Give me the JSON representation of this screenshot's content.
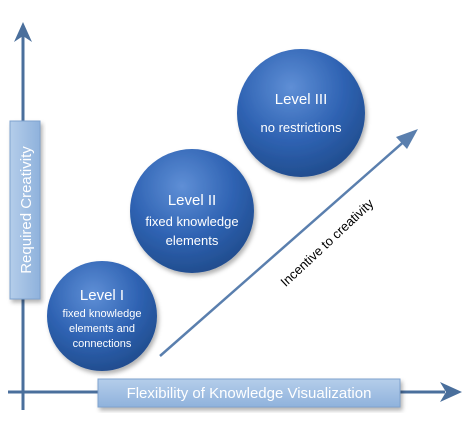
{
  "axes": {
    "x_label": "Flexibility of Knowledge Visualization",
    "y_label": "Required Creativity",
    "axis_color": "#4a6f9c",
    "label_box_color": "#9bbbe0"
  },
  "arrow": {
    "label": "Incentive to creativity",
    "color": "#5a7fae"
  },
  "levels": [
    {
      "title": "Level I",
      "lines": [
        "fixed knowledge",
        "elements and",
        "connections"
      ]
    },
    {
      "title": "Level II",
      "lines": [
        "fixed knowledge",
        "elements"
      ]
    },
    {
      "title": "Level III",
      "lines": [
        "no restrictions"
      ]
    }
  ],
  "colors": {
    "circle_fill": "#2f63b3",
    "circle_edge": "#1f4a8a",
    "circle_highlight": "#5f8fd6",
    "text_light": "#ffffff",
    "text_dark": "#000000"
  }
}
